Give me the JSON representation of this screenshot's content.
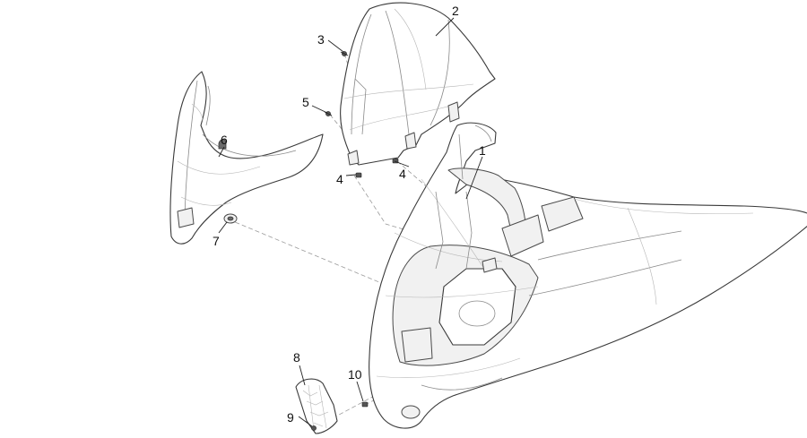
{
  "callouts": {
    "c1": "1",
    "c2": "2",
    "c3": "3",
    "c4a": "4",
    "c4b": "4",
    "c5": "5",
    "c6": "6",
    "c7": "7",
    "c8": "8",
    "c9": "9",
    "c10": "10"
  },
  "colors": {
    "line": "#3a3a3a",
    "text": "#111111",
    "background": "#ffffff"
  }
}
